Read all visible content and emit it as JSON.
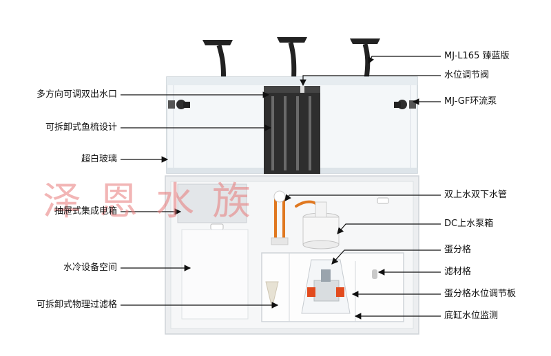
{
  "left_labels": [
    "多方向可调双出水口",
    "可拆卸式鱼梳设计",
    "超白玻璃",
    "抽屉式集成电箱",
    "水冷设备空间",
    "可拆卸式物理过滤格"
  ],
  "right_labels": [
    "MJ-L165 臻蓝版",
    "水位调节阀",
    "MJ-GF环流泵",
    "双上水双下水管",
    "DC上水泵箱",
    "蛋分格",
    "滤材格",
    "蛋分格水位调节板",
    "底缸水位监测"
  ],
  "watermark": "泽恩水族",
  "colors": {
    "line": "#111111",
    "glass": "#e4eaee",
    "cabinet": "#eef0f2",
    "comb": "#2b2b2b",
    "pipe": "#e07820",
    "watermark": "#e87878"
  }
}
